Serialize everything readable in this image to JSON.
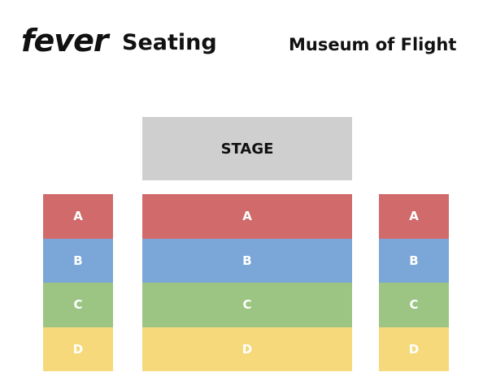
{
  "header": {
    "brand": "fever",
    "subtitle": "Seating",
    "venue": "Museum of Flight"
  },
  "stage": {
    "label": "STAGE"
  },
  "rows": [
    {
      "label": "A",
      "color": "#d16b6b"
    },
    {
      "label": "B",
      "color": "#7aa6d8"
    },
    {
      "label": "C",
      "color": "#9cc584"
    },
    {
      "label": "D",
      "color": "#f6d97a"
    }
  ],
  "sections": [
    "left",
    "center",
    "right"
  ]
}
